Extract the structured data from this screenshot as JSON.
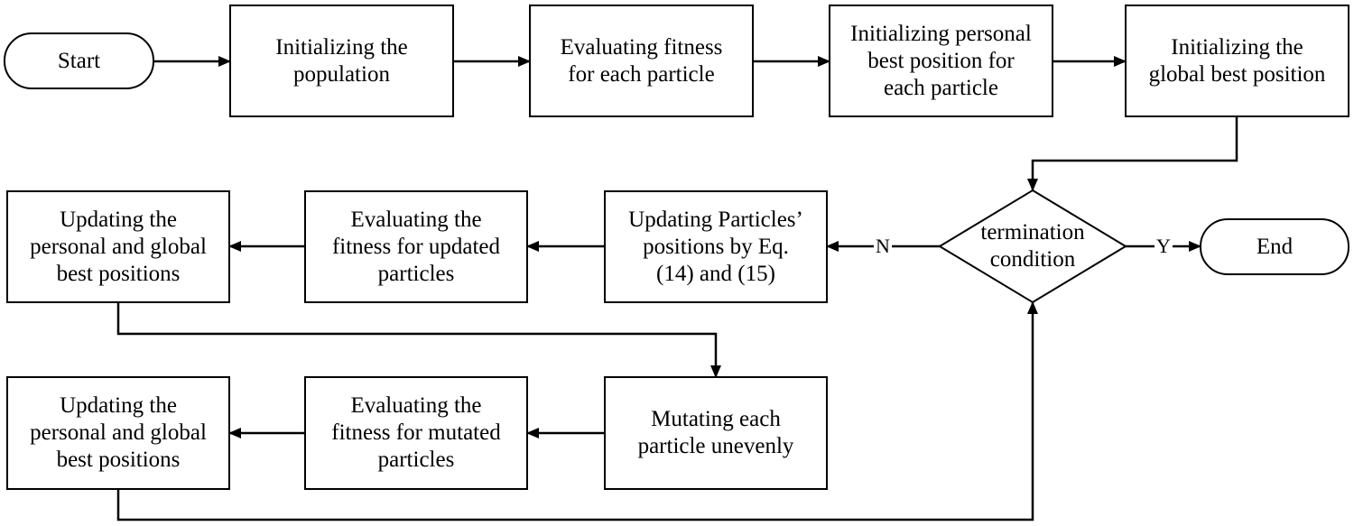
{
  "nodes": {
    "start": "Start",
    "init_population": "Initializing the\npopulation",
    "eval_fitness": "Evaluating fitness\nfor each particle",
    "init_personal_best": "Initializing personal\nbest position for\neach particle",
    "init_global_best": "Initializing the\nglobal best position",
    "termination": "termination\ncondition",
    "end": "End",
    "update_positions": "Updating Particles’\npositions by Eq.\n(14) and (15)",
    "eval_updated": "Evaluating the\nfitness for updated\nparticles",
    "update_best_1": "Updating the\npersonal and global\nbest positions",
    "mutate": "Mutating each\nparticle unevenly",
    "eval_mutated": "Evaluating the\nfitness for mutated\nparticles",
    "update_best_2": "Updating the\npersonal and global\nbest positions"
  },
  "edges": {
    "no_label": "N",
    "yes_label": "Y"
  }
}
